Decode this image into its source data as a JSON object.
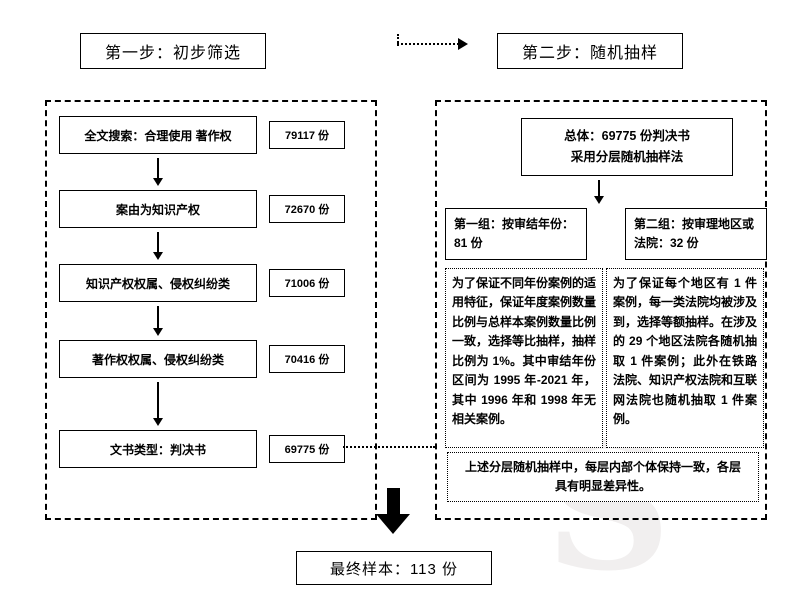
{
  "watermark": "S",
  "step1": {
    "title": "第一步：初步筛选",
    "rows": [
      {
        "label": "全文搜索：合理使用 著作权",
        "count": "79117 份"
      },
      {
        "label": "案由为知识产权",
        "count": "72670 份"
      },
      {
        "label": "知识产权权属、侵权纠纷类",
        "count": "71006 份"
      },
      {
        "label": "著作权权属、侵权纠纷类",
        "count": "70416 份"
      },
      {
        "label": "文书类型：判决书",
        "count": "69775 份"
      }
    ]
  },
  "step2": {
    "title": "第二步：随机抽样",
    "population": {
      "line1": "总体：69775 份判决书",
      "line2": "采用分层随机抽样法"
    },
    "groups": [
      {
        "label": "第一组：按审结年份：81 份"
      },
      {
        "label": "第二组：按审理地区或法院：32 份"
      }
    ],
    "notes": [
      {
        "text": "为了保证不同年份案例的适用特征，保证年度案例数量比例与总样本案例数量比例一致，选择等比抽样，抽样比例为 1%。其中审结年份区间为 1995 年-2021 年，其中 1996 年和 1998 年无相关案例。"
      },
      {
        "text": "为了保证每个地区有 1 件案例，每一类法院均被涉及到，选择等额抽样。在涉及的 29 个地区法院各随机抽取 1 件案例；此外在铁路法院、知识产权法院和互联网法院也随机抽取 1 件案例。"
      }
    ],
    "summary": "上述分层随机抽样中，每层内部个体保持一致，各层具有明显差异性。"
  },
  "final": {
    "label": "最终样本：113 份"
  }
}
